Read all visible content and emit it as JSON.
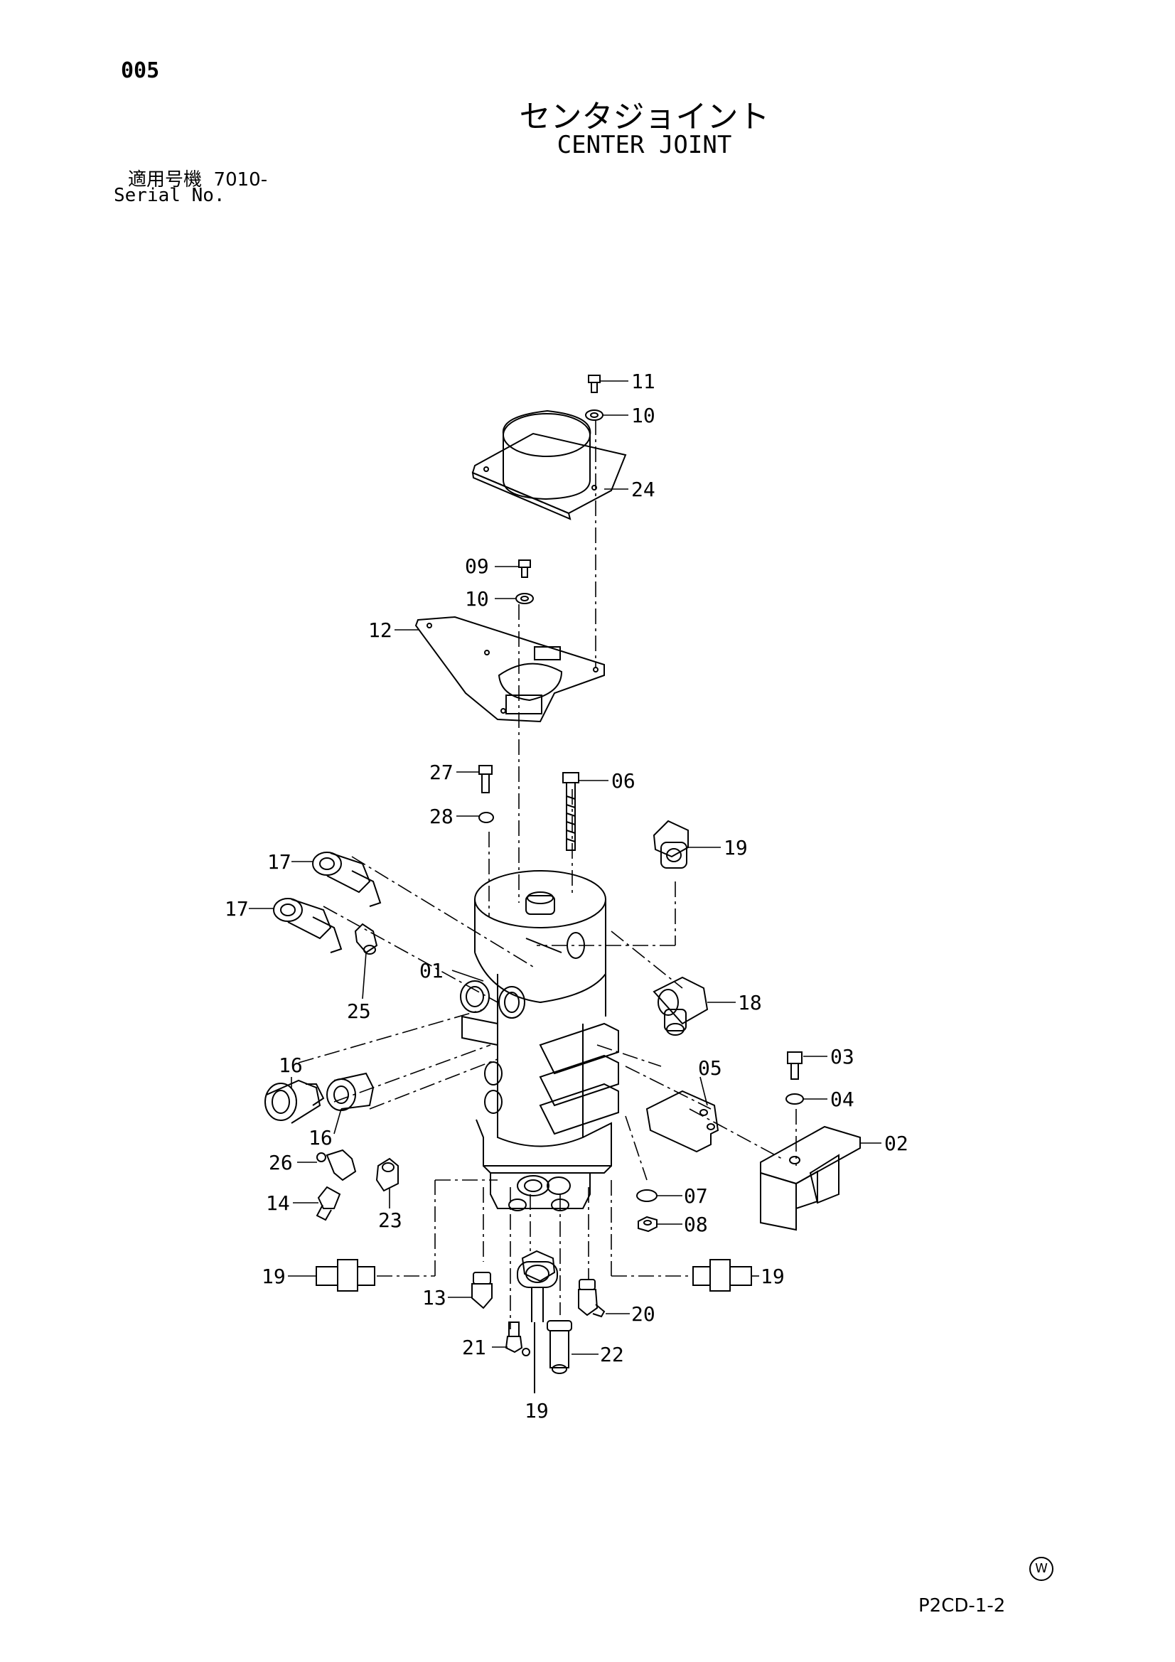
{
  "header": {
    "page_number": "005",
    "title_jp": "センタジョイント",
    "title_en": "CENTER JOINT",
    "serial_label_jp": "適用号機",
    "serial_value": "7010-",
    "serial_label_en": "Serial No."
  },
  "callouts": {
    "c01": "01",
    "c02": "02",
    "c03": "03",
    "c04": "04",
    "c05": "05",
    "c06": "06",
    "c07": "07",
    "c08": "08",
    "c09": "09",
    "c10a": "10",
    "c10b": "10",
    "c11": "11",
    "c12": "12",
    "c13": "13",
    "c14": "14",
    "c16a": "16",
    "c16b": "16",
    "c17a": "17",
    "c17b": "17",
    "c18": "18",
    "c19a": "19",
    "c19b": "19",
    "c19c": "19",
    "c19d": "19",
    "c20": "20",
    "c21": "21",
    "c22": "22",
    "c23": "23",
    "c24": "24",
    "c25": "25",
    "c26": "26",
    "c27": "27",
    "c28": "28"
  },
  "footer": {
    "watermark_symbol": "W",
    "page_code": "P2CD-1-2"
  }
}
